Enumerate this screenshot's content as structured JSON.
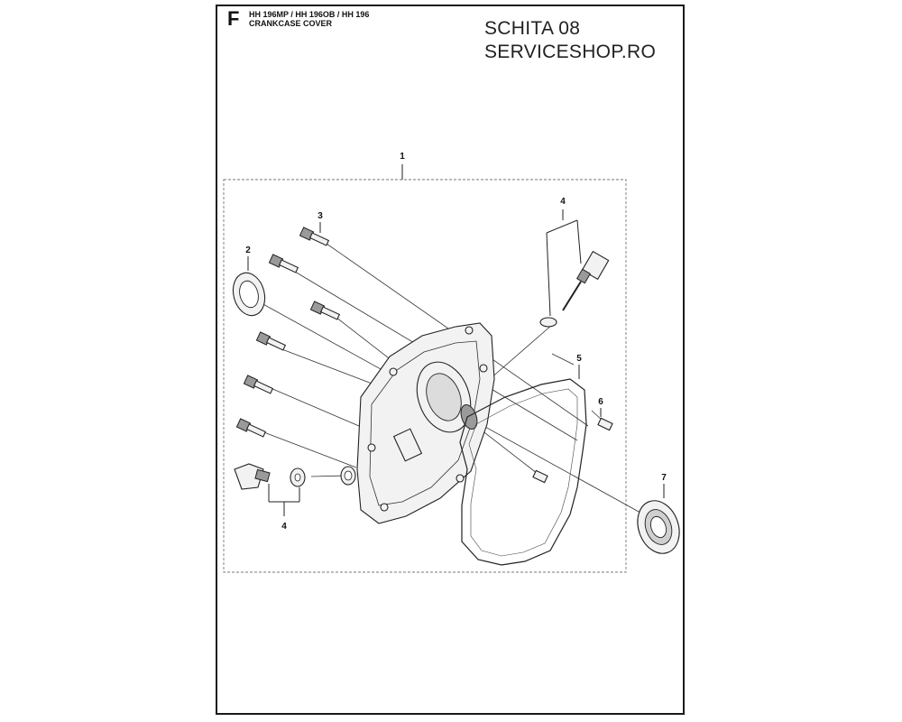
{
  "header": {
    "section_letter": "F",
    "models": "HH 196MP / HH 196OB / HH 196",
    "title": "CRANKCASE COVER",
    "schita": "SCHITA 08",
    "source": "SERVICESHOP.RO"
  },
  "diagram": {
    "callouts": [
      "1",
      "2",
      "3",
      "4",
      "5",
      "6",
      "7",
      "4"
    ]
  }
}
